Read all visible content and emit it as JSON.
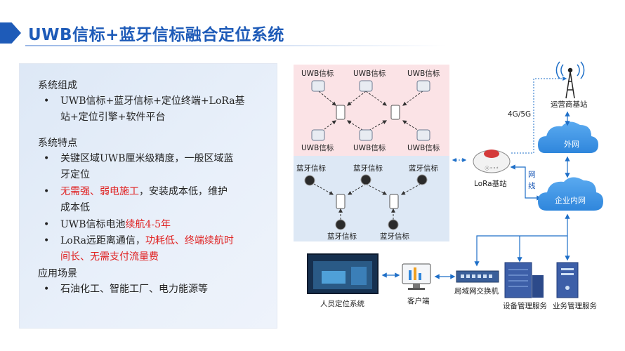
{
  "title": "UWB信标+蓝牙信标融合定位系统",
  "panel": {
    "section1": "系统组成",
    "item1": [
      "UWB信标+蓝牙信标+定位终端+LoRa基",
      "站+定位引擎+软件平台"
    ],
    "section2": "系统特点",
    "item2": [
      "关键区域UWB厘米级精度，一般区域蓝",
      "牙定位"
    ],
    "item3_red": "无需强、弱电施工",
    "item3_rest": "，安装成本低，维护",
    "item3_line2": "成本低",
    "item4_plain": "UWB信标电池",
    "item4_red": "续航4-5年",
    "item5_plain": "LoRa远距离通信，",
    "item5_red1": "功耗低、终端续航时",
    "item5_red2": "间长、无需支付流量费",
    "section3": "应用场景",
    "item6": "石油化工、智能工厂、电力能源等",
    "bullet": "•"
  },
  "diagram": {
    "uwb_label": "UWB信标",
    "ble_label": "蓝牙信标",
    "lora_label": "LoRa基站",
    "lora_device_text": "ⓐ ᵒ ᵃ ᵈ",
    "carrier_label": "运营商基站",
    "net_4g": "4G/5G",
    "external_net": "外网",
    "enterprise_net": "企业内网",
    "wang": "网",
    "xian": "线",
    "personnel_system": "人员定位系统",
    "client": "客户端",
    "lan_switch": "局域网交换机",
    "device_service": "设备管理服务",
    "business_service": "业务管理服务"
  },
  "colors": {
    "title_blue": "#1e5bb8",
    "uwb_zone": "#fbe3e6",
    "ble_zone": "#dde8f5",
    "cloud_blue": "#2f8fe0",
    "line_blue": "#1e6fc8",
    "highlight_red": "#e02020"
  }
}
